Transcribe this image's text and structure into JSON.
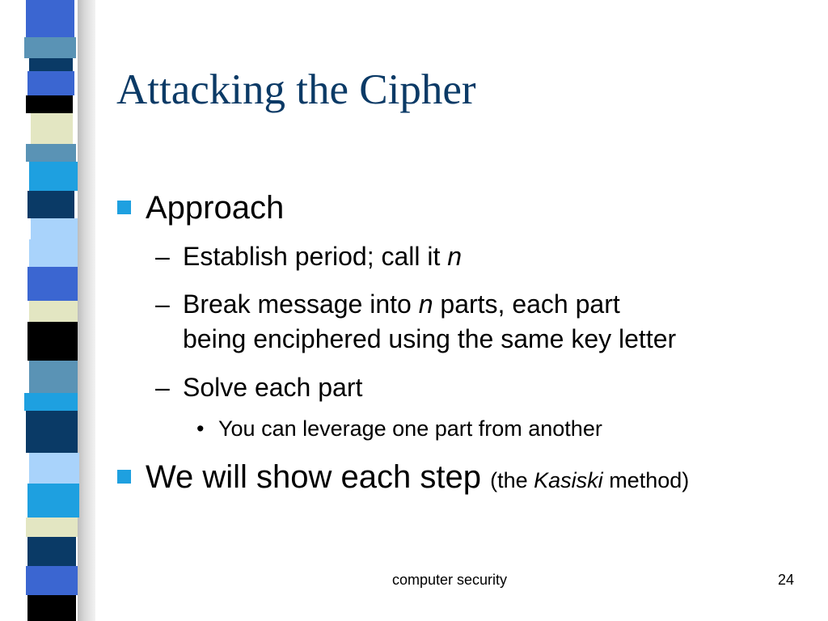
{
  "slide": {
    "title": "Attacking the Cipher",
    "items": [
      {
        "text": "Approach"
      },
      {
        "text": "Establish period; call it ",
        "italic": "n"
      },
      {
        "text": "Break message into ",
        "italic": "n",
        "text_after": " parts, each part",
        "line2": "being enciphered using the same key letter"
      },
      {
        "text": "Solve each part"
      },
      {
        "text": "You can leverage one part from another"
      },
      {
        "text": "We will show each step",
        "paren_open": "(the ",
        "paren_italic": "Kasiski",
        "paren_close": " method)"
      }
    ],
    "footer": {
      "center": "computer security",
      "page": "24"
    }
  },
  "colors": {
    "title": "#0b3a66",
    "bullet": "#1ea0e0",
    "strip": [
      "#0a3a66",
      "#5a93b5",
      "#1ea0e0",
      "#3b66d1",
      "#e3e6c2",
      "#000000",
      "#a9d3fb",
      "#0e2f6e"
    ]
  }
}
